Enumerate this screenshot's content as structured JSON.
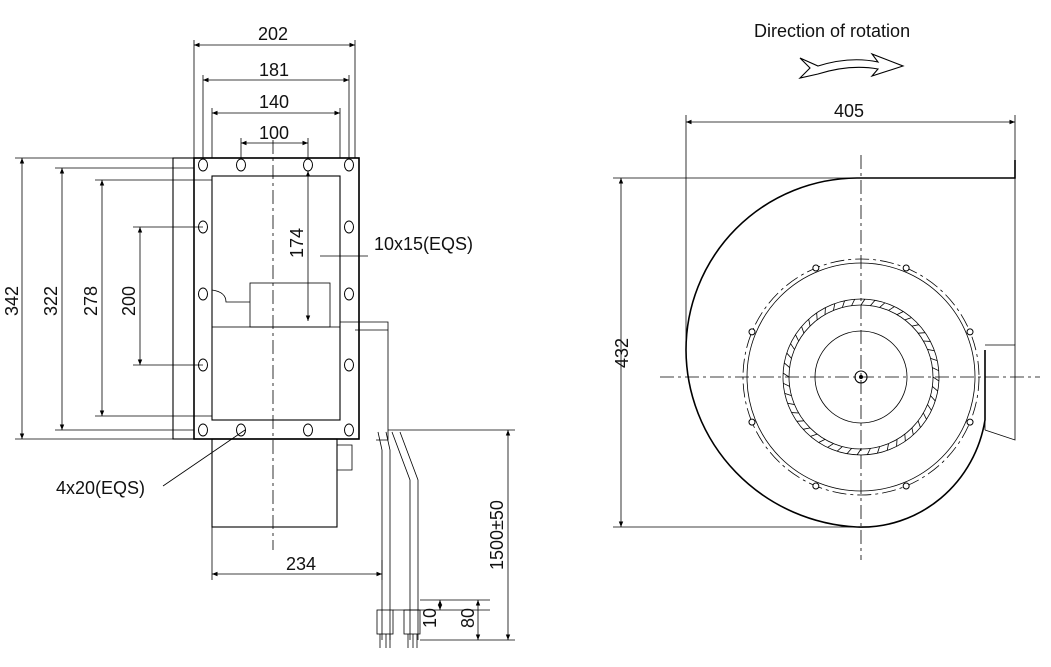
{
  "labels": {
    "direction": "Direction of rotation",
    "slot_top": "10x15(EQS)",
    "slot_bottom": "4x20(EQS)"
  },
  "dimensions": {
    "d202": "202",
    "d181": "181",
    "d140": "140",
    "d100": "100",
    "d174": "174",
    "d342": "342",
    "d322": "322",
    "d278": "278",
    "d200": "200",
    "d234": "234",
    "d1500": "1500±50",
    "d10": "10",
    "d80": "80",
    "d405": "405",
    "d432": "432"
  }
}
